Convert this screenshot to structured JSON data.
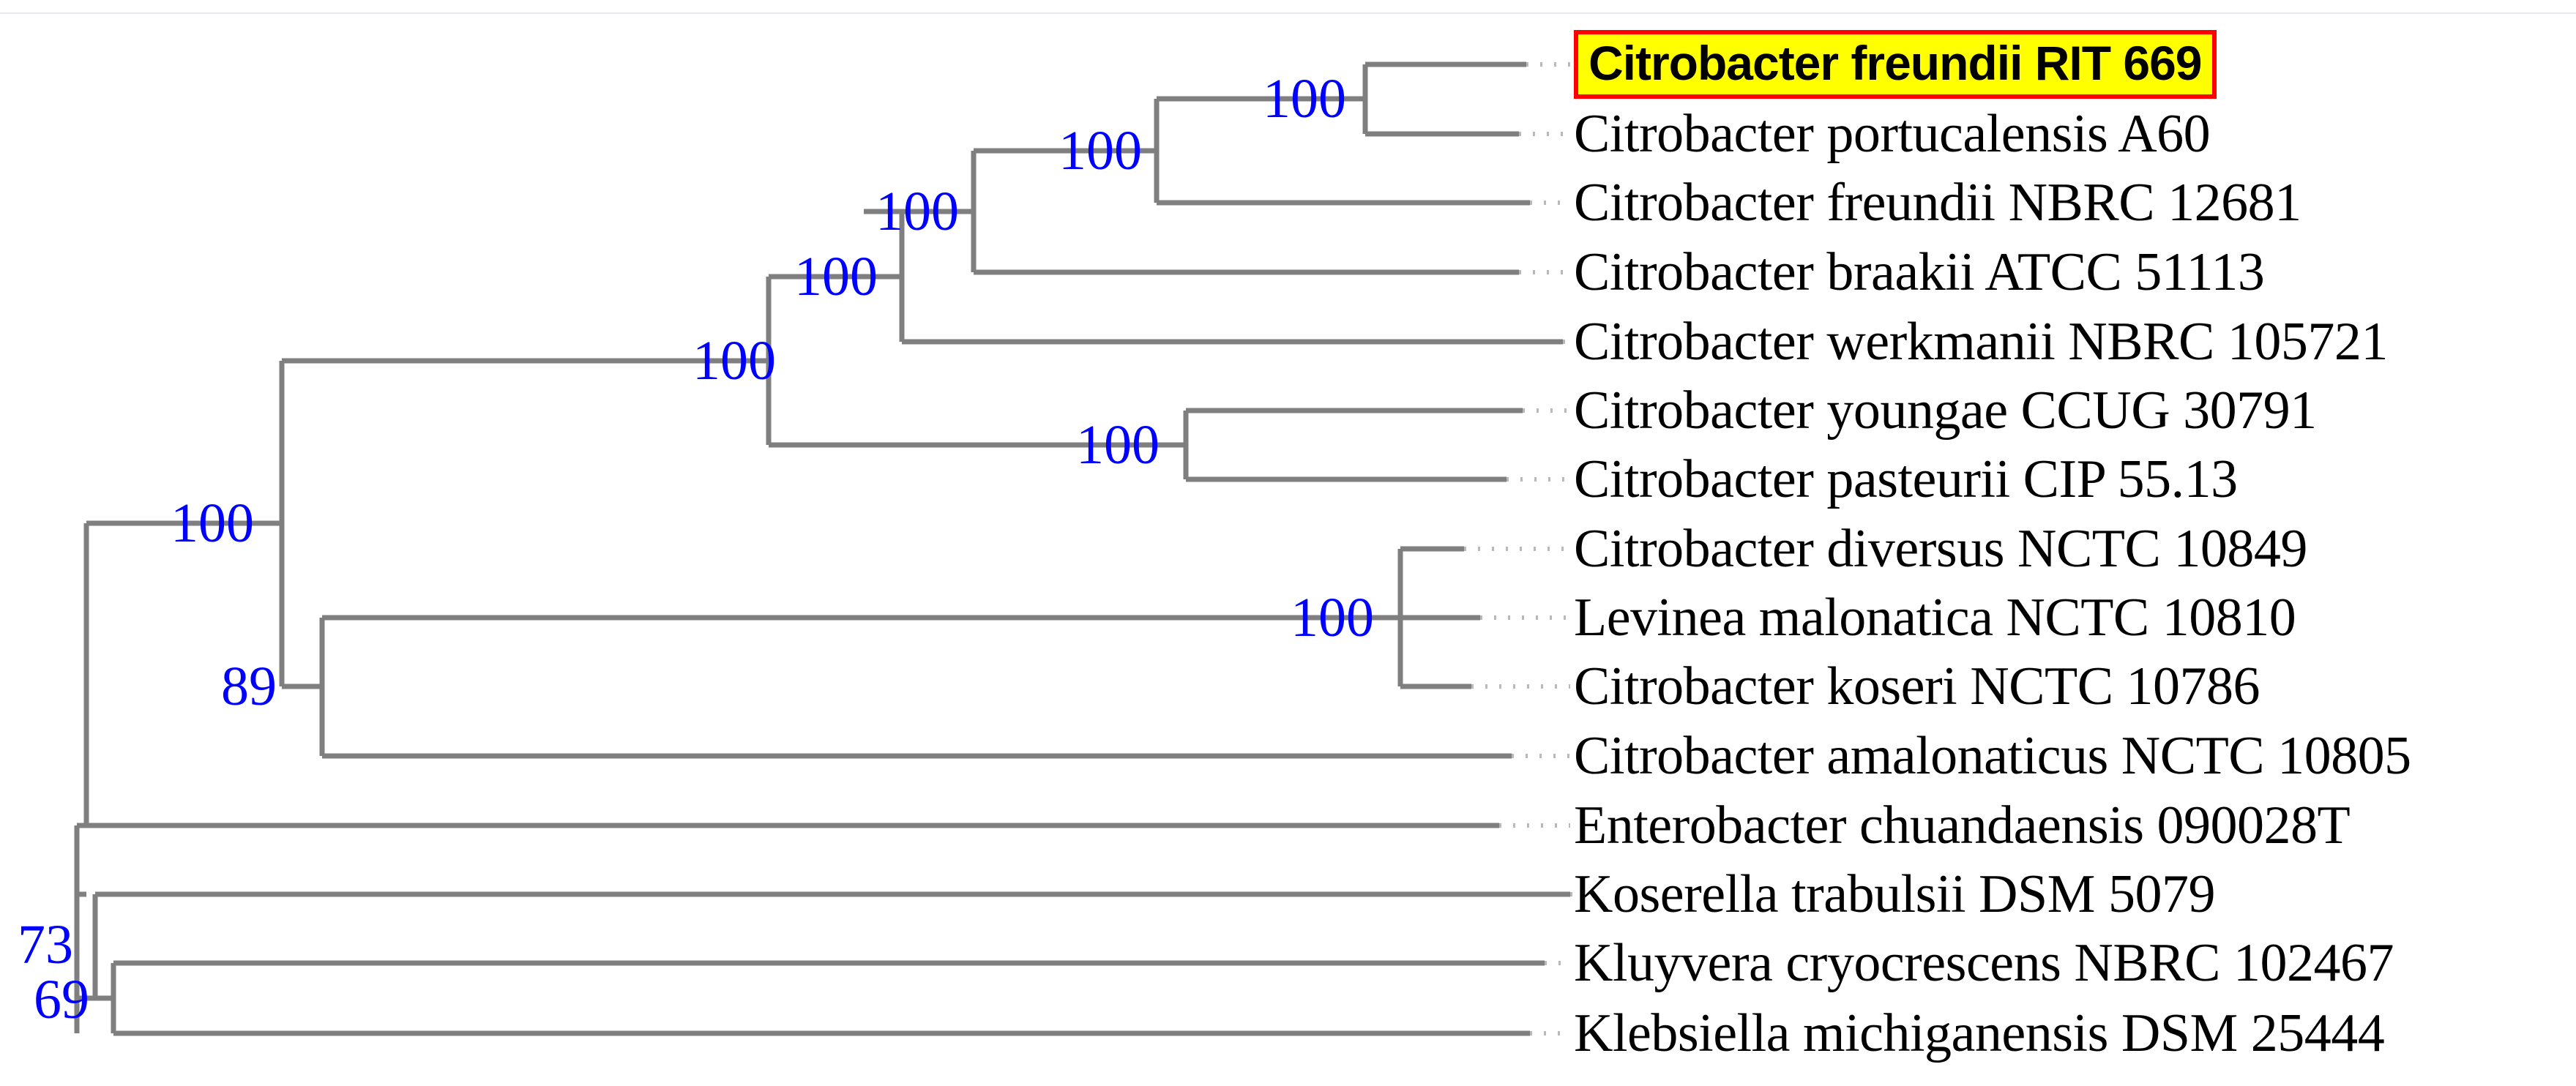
{
  "figure": {
    "type": "phylogenetic-tree",
    "style": "rectangular-cladogram",
    "branch_color": "#7f7f7f",
    "bootstrap_color": "#0000ff",
    "highlight_fill": "#ffff00",
    "highlight_border": "#ff0000",
    "label_color": "#000000",
    "background": "#ffffff"
  },
  "chart_data": {
    "type": "tree",
    "title": "",
    "leaf_count": 15,
    "bootstrap_unit": "percent",
    "taxa": [
      "Citrobacter freundii RIT 669",
      "Citrobacter portucalensis A60",
      "Citrobacter freundii NBRC 12681",
      "Citrobacter braakii ATCC 51113",
      "Citrobacter werkmanii NBRC 105721",
      "Citrobacter youngae CCUG 30791",
      "Citrobacter pasteurii CIP 55.13",
      "Citrobacter diversus NCTC 10849",
      "Levinea malonatica NCTC 10810",
      "Citrobacter koseri NCTC 10786",
      "Citrobacter amalonaticus NCTC 10805",
      "Enterobacter chuandaensis 090028T",
      "Koserella trabulsii DSM 5079",
      "Kluyvera cryocrescens NBRC 102467",
      "Klebsiella michiganensis DSM 25444"
    ],
    "bootstrap_values": [
      100,
      100,
      100,
      100,
      100,
      100,
      100,
      89,
      73,
      69
    ],
    "newick": "((((((((Citrobacter freundii RIT 669,Citrobacter portucalensis A60)100,Citrobacter freundii NBRC 12681)100,Citrobacter braakii ATCC 51113)100,Citrobacter werkmanii NBRC 105721)100,(Citrobacter youngae CCUG 30791,Citrobacter pasteurii CIP 55.13)100)100,(((Citrobacter diversus NCTC 10849,Levinea malonatica NCTC 10810,Citrobacter koseri NCTC 10786)100,Citrobacter amalonaticus NCTC 10805)89)100,Enterobacter chuandaensis 090028T)73,(Koserella trabulsii DSM 5079,(Kluyvera cryocrescens NBRC 102467,Klebsiella michiganensis DSM 25444))69);"
  },
  "leaves": [
    {
      "id": "leaf-citrobacter-freundii-rit-669",
      "label": "Citrobacter freundii RIT 669",
      "highlighted": true
    },
    {
      "id": "leaf-citrobacter-portucalensis-a60",
      "label": "Citrobacter portucalensis A60",
      "highlighted": false
    },
    {
      "id": "leaf-citrobacter-freundii-nbrc-12681",
      "label": "Citrobacter freundii NBRC 12681",
      "highlighted": false
    },
    {
      "id": "leaf-citrobacter-braakii-atcc-51113",
      "label": "Citrobacter braakii ATCC 51113",
      "highlighted": false
    },
    {
      "id": "leaf-citrobacter-werkmanii-nbrc-105721",
      "label": "Citrobacter werkmanii NBRC 105721",
      "highlighted": false
    },
    {
      "id": "leaf-citrobacter-youngae-ccug-30791",
      "label": "Citrobacter youngae CCUG 30791",
      "highlighted": false
    },
    {
      "id": "leaf-citrobacter-pasteurii-cip-55-13",
      "label": "Citrobacter pasteurii CIP 55.13",
      "highlighted": false
    },
    {
      "id": "leaf-citrobacter-diversus-nctc-10849",
      "label": "Citrobacter diversus NCTC 10849",
      "highlighted": false
    },
    {
      "id": "leaf-levinea-malonatica-nctc-10810",
      "label": "Levinea malonatica NCTC 10810",
      "highlighted": false
    },
    {
      "id": "leaf-citrobacter-koseri-nctc-10786",
      "label": "Citrobacter koseri NCTC 10786",
      "highlighted": false
    },
    {
      "id": "leaf-citrobacter-amalonaticus-nctc-10805",
      "label": "Citrobacter amalonaticus NCTC 10805",
      "highlighted": false
    },
    {
      "id": "leaf-enterobacter-chuandaensis-090028t",
      "label": "Enterobacter chuandaensis 090028T",
      "highlighted": false
    },
    {
      "id": "leaf-koserella-trabulsii-dsm-5079",
      "label": "Koserella trabulsii DSM 5079",
      "highlighted": false
    },
    {
      "id": "leaf-kluyvera-cryocrescens-nbrc-102467",
      "label": "Kluyvera cryocrescens NBRC 102467",
      "highlighted": false
    },
    {
      "id": "leaf-klebsiella-michiganensis-dsm-25444",
      "label": "Klebsiella michiganensis DSM 25444",
      "highlighted": false
    }
  ],
  "bootstrap_nodes": [
    {
      "id": "boot-freundii-portucalensis",
      "value": "100"
    },
    {
      "id": "boot-freundii-clade",
      "value": "100"
    },
    {
      "id": "boot-braakii-clade",
      "value": "100"
    },
    {
      "id": "boot-werkmanii-clade",
      "value": "100"
    },
    {
      "id": "boot-youngae-pasteurii",
      "value": "100"
    },
    {
      "id": "boot-citrobacter-core",
      "value": "100"
    },
    {
      "id": "boot-koseri-group",
      "value": "100"
    },
    {
      "id": "boot-amalonaticus-clade",
      "value": "89"
    },
    {
      "id": "boot-root-upper",
      "value": "73"
    },
    {
      "id": "boot-root-lower",
      "value": "69"
    }
  ]
}
